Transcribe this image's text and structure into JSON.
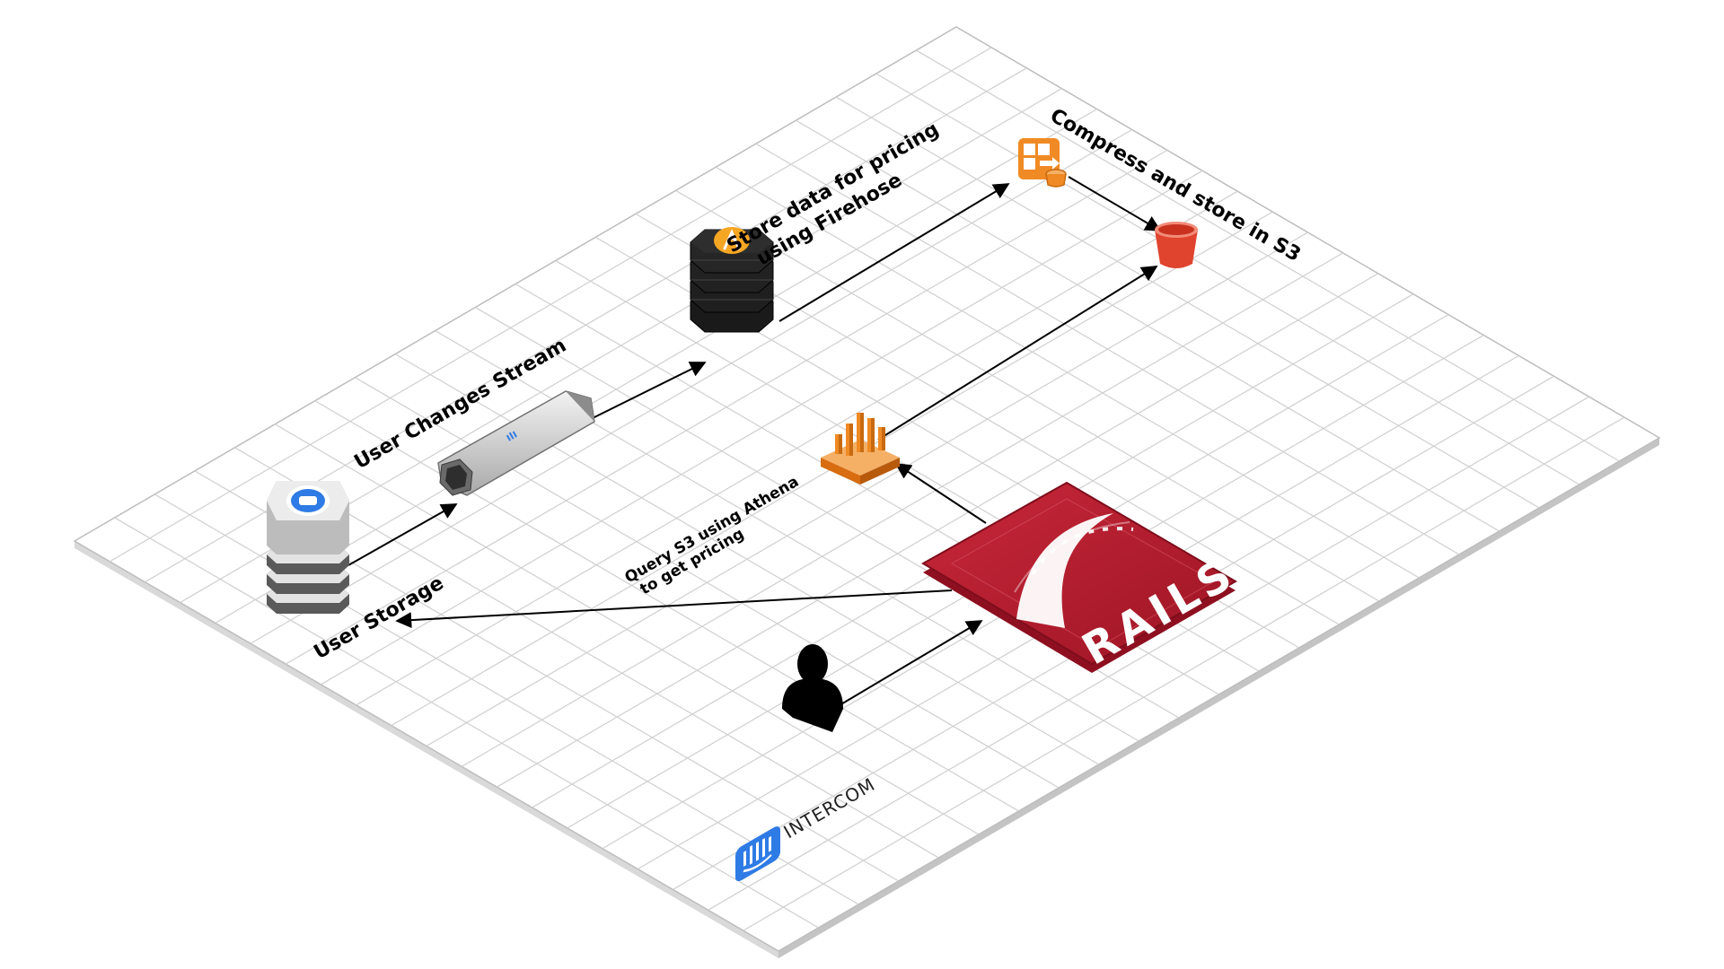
{
  "diagram": {
    "labels": {
      "user_storage": "User Storage",
      "user_changes_stream": "User Changes Stream",
      "store_data_line1": "Store data for pricing",
      "store_data_line2": "using Firehose",
      "compress_store": "Compress and store in S3",
      "query_line1": "Query S3 using Athena",
      "query_line2": "to get pricing",
      "rails_logo_text": "RAILS",
      "brand_text": "INTERCOM"
    },
    "nodes": [
      {
        "id": "user-storage",
        "icon": "database-icon"
      },
      {
        "id": "user-changes-stream",
        "icon": "stream-pipe-icon"
      },
      {
        "id": "lambda",
        "icon": "lambda-icon"
      },
      {
        "id": "firehose",
        "icon": "firehose-icon"
      },
      {
        "id": "s3-bucket",
        "icon": "s3-bucket-icon"
      },
      {
        "id": "athena",
        "icon": "athena-icon"
      },
      {
        "id": "rails-app",
        "icon": "rails-logo-icon"
      },
      {
        "id": "user",
        "icon": "user-icon"
      }
    ],
    "edges": [
      {
        "from": "user-storage",
        "to": "user-changes-stream"
      },
      {
        "from": "user-changes-stream",
        "to": "lambda"
      },
      {
        "from": "lambda",
        "to": "firehose"
      },
      {
        "from": "firehose",
        "to": "s3-bucket"
      },
      {
        "from": "athena",
        "to": "s3-bucket"
      },
      {
        "from": "rails-app",
        "to": "athena"
      },
      {
        "from": "rails-app",
        "to": "user-storage"
      },
      {
        "from": "user",
        "to": "rails-app"
      }
    ],
    "colors": {
      "grid_line": "#cfcfcf",
      "platform_edge": "#bdbdbd",
      "aws_orange": "#f08a24",
      "s3_red": "#e0442e",
      "rails_red": "#b31b2b",
      "intercom_blue": "#2f7be5",
      "lambda_yellow": "#f5a623"
    }
  }
}
